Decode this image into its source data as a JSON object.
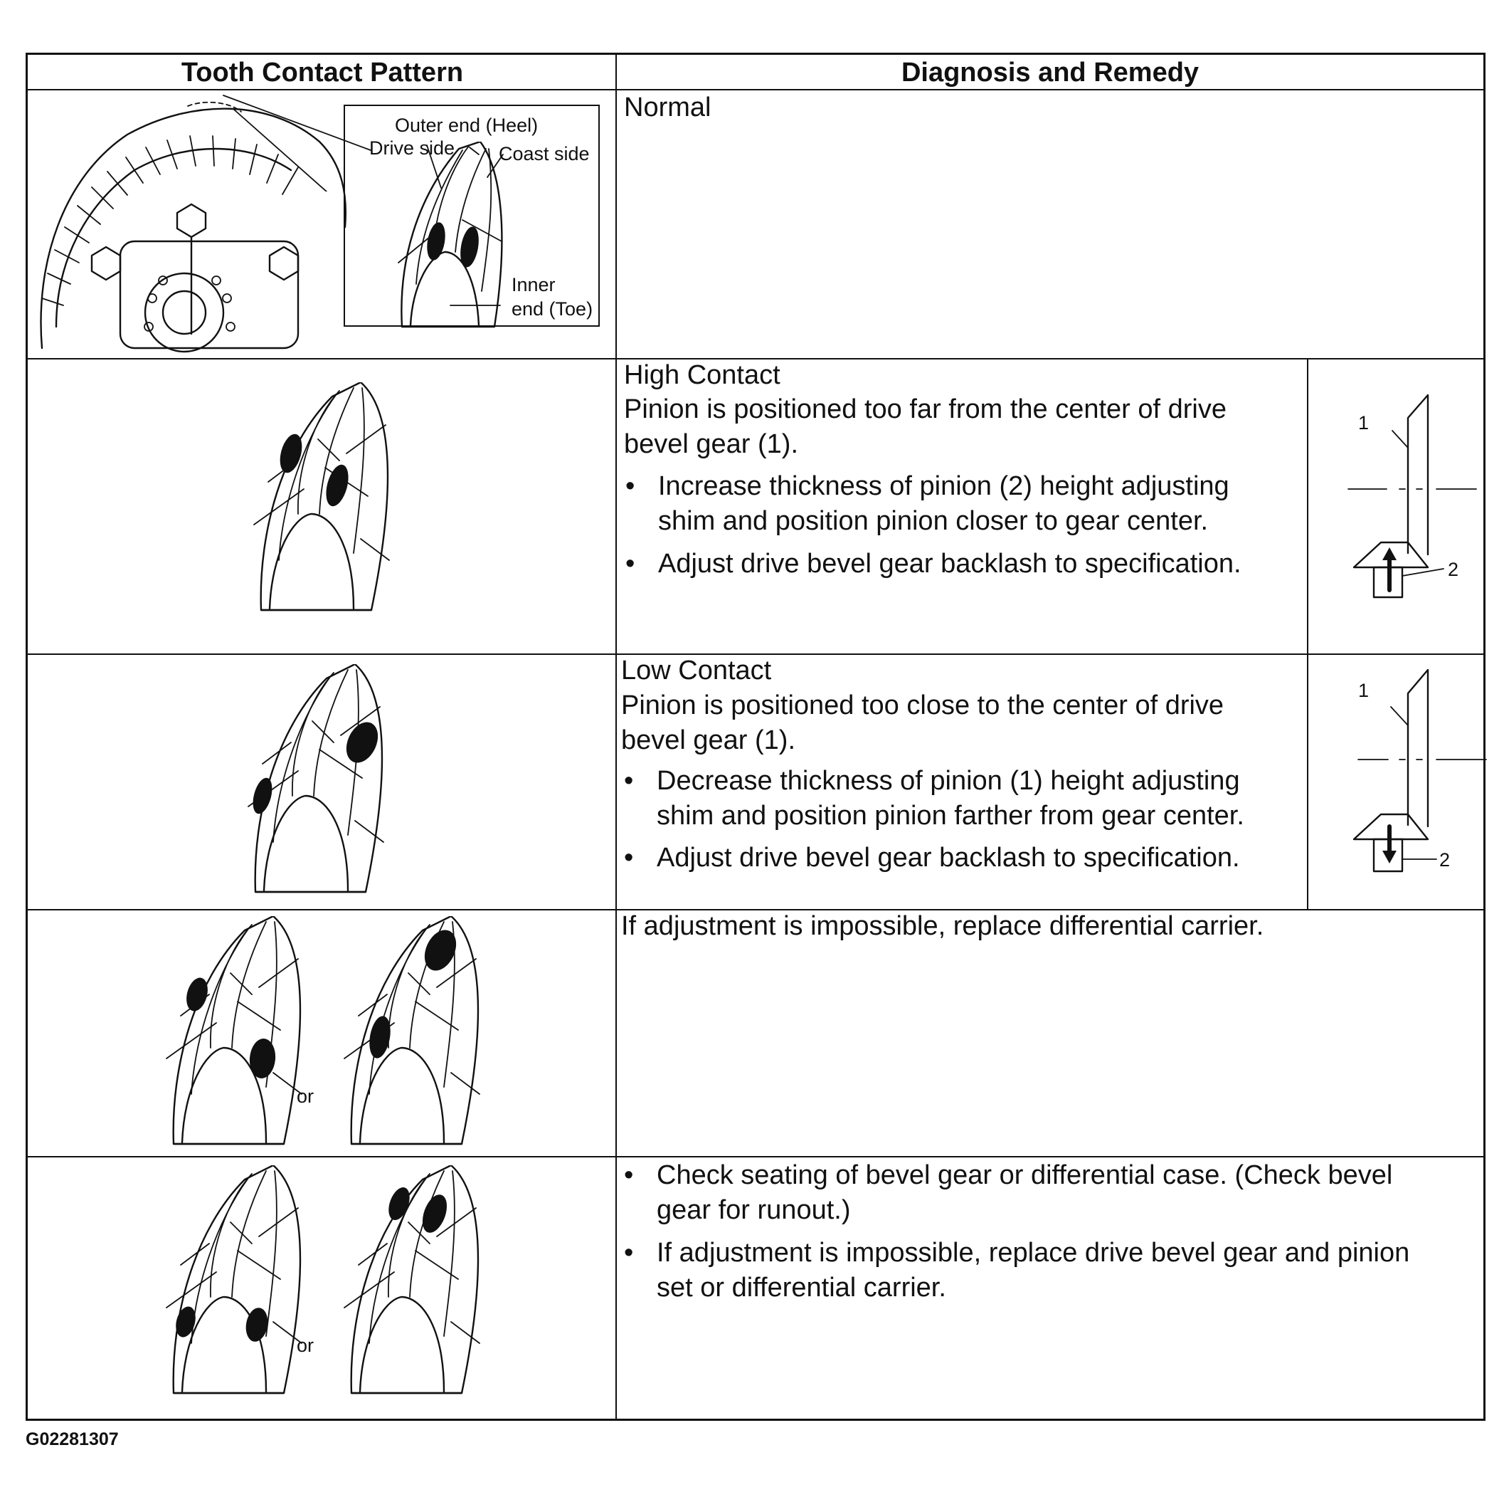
{
  "header": {
    "col1": "Tooth Contact Pattern",
    "col2": "Diagnosis and Remedy"
  },
  "rows": {
    "normal": {
      "title": "Normal",
      "labels": {
        "outer_end": "Outer end (Heel)",
        "drive_side": "Drive side",
        "coast_side": "Coast side",
        "inner": "Inner",
        "end_toe": "end (Toe)"
      }
    },
    "high": {
      "title": "High Contact",
      "line1": "Pinion is positioned too far from the center of drive",
      "line2": "bevel gear (1).",
      "bullet1_line1": "Increase thickness of pinion (2) height adjusting",
      "bullet1_line2": "shim and position pinion closer to gear center.",
      "bullet2": "Adjust drive bevel gear backlash to specification.",
      "fig_label_1": "1",
      "fig_label_2": "2"
    },
    "low": {
      "title": "Low Contact",
      "line1": "Pinion is positioned too close to the center of drive",
      "line2": "bevel gear (1).",
      "bullet1_line1": "Decrease thickness of pinion (1) height adjusting",
      "bullet1_line2": "shim and position pinion farther from gear center.",
      "bullet2": "Adjust drive bevel gear backlash to specification.",
      "fig_label_1": "1",
      "fig_label_2": "2"
    },
    "row4": {
      "text": "If adjustment is impossible, replace differential carrier.",
      "or": "or"
    },
    "row5": {
      "bullet1_line1": "Check seating of bevel gear or differential case. (Check bevel",
      "bullet1_line2": "gear for runout.)",
      "bullet2_line1": "If adjustment is impossible, replace drive bevel gear and pinion",
      "bullet2_line2": "set or differential carrier.",
      "or": "or"
    }
  },
  "bullet_char": "•",
  "figure_code": "G02281307"
}
